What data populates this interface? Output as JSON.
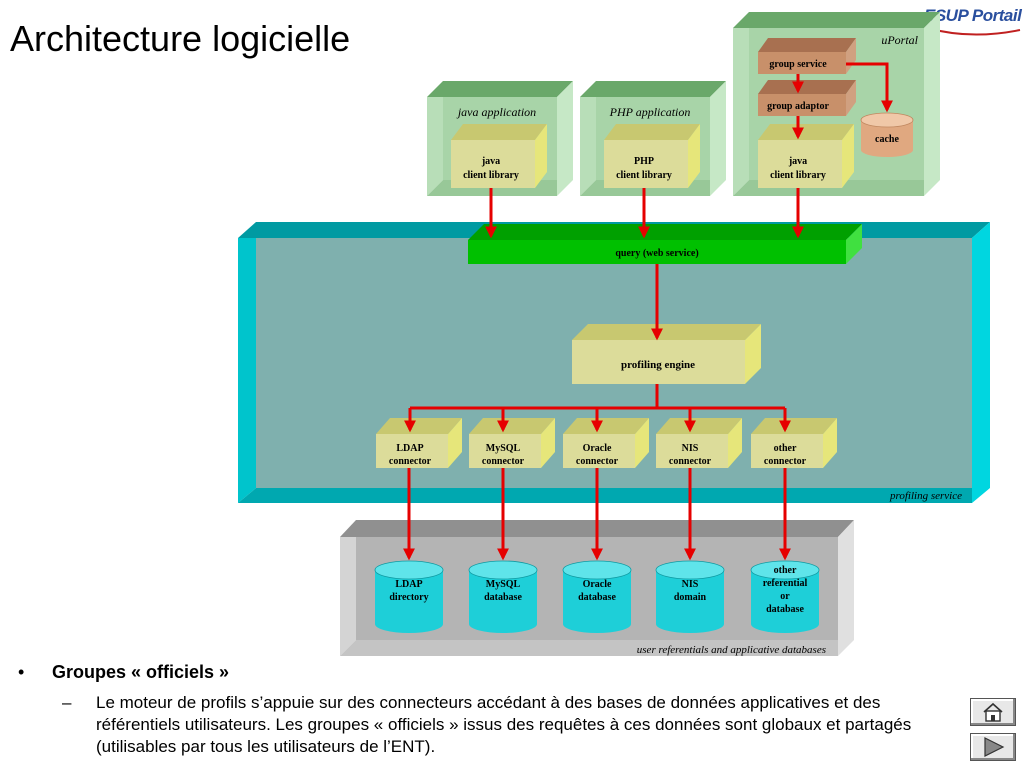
{
  "title": "Architecture logicielle",
  "logo": "ESUP Portail",
  "diagram": {
    "java_app_label": "java application",
    "php_app_label": "PHP application",
    "uportal_label": "uPortal",
    "java_lib_1": "java",
    "java_lib_2": "client library",
    "php_lib_1": "PHP",
    "php_lib_2": "client library",
    "group_service": "group service",
    "group_adaptor": "group adaptor",
    "cache": "cache",
    "uportal_lib_1": "java",
    "uportal_lib_2": "client library",
    "query": "query (web service)",
    "profiling_engine": "profiling engine",
    "profiling_service": "profiling service",
    "connectors": [
      {
        "l1": "LDAP",
        "l2": "connector"
      },
      {
        "l1": "MySQL",
        "l2": "connector"
      },
      {
        "l1": "Oracle",
        "l2": "connector"
      },
      {
        "l1": "NIS",
        "l2": "connector"
      },
      {
        "l1": "other",
        "l2": "connector"
      }
    ],
    "databases": [
      {
        "l1": "LDAP",
        "l2": "directory"
      },
      {
        "l1": "MySQL",
        "l2": "database"
      },
      {
        "l1": "Oracle",
        "l2": "database"
      },
      {
        "l1": "NIS",
        "l2": "domain"
      },
      {
        "l1": "other",
        "l2": "referential",
        "l3": "or",
        "l4": "database"
      }
    ],
    "databases_label": "user referentials and applicative databases"
  },
  "bullets": {
    "b1_marker": "•",
    "b1": "Groupes « officiels »",
    "b2_marker": "–",
    "b2": "Le moteur de profils s’appuie sur des connecteurs accédant à des bases de données applicatives et des référentiels utilisateurs. Les groupes « officiels » issus des requêtes à ces données sont globaux et partagés (utilisables par tous les utilisateurs de l’ENT)."
  },
  "colors": {
    "arrow": "#e60000",
    "profiling_front": "#7fb0ae",
    "profiling_edge": "#00c8d4",
    "box_front": "#dcdc9a",
    "box_side": "#e6e67a",
    "app_front": "#a8d4a8",
    "query_green": "#00c000",
    "db_cyan": "#1ecfd8"
  }
}
